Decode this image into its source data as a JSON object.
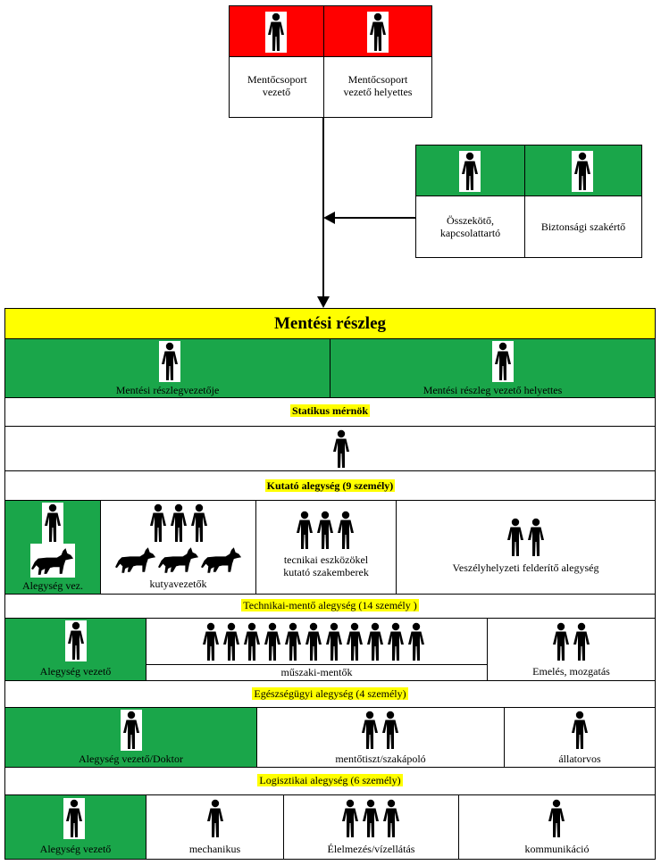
{
  "top_group": {
    "leader": "Mentőcsoport vezető",
    "deputy": "Mentőcsoport vezető helyettes"
  },
  "side_group": {
    "liaison": "Összekötő, kapcsolattartó",
    "safety": "Biztonsági szakértő"
  },
  "section": {
    "title": "Mentési részleg",
    "leader": "Mentési részlegvezetője",
    "deputy": "Mentési részleg vezető helyettes"
  },
  "structural": {
    "title": "Statikus mérnök"
  },
  "search": {
    "title": "Kutató alegység (9 személy)",
    "leader": "Alegység vez.",
    "dog_handlers": "kutyavezetők",
    "tech_search": "tecnikai eszközökel kutató szakemberek",
    "hazmat": "Veszélyhelyzeti felderítő alegység"
  },
  "technical": {
    "title": "Technikai-mentő alegység (14  személy )",
    "leader": "Alegység vezető",
    "rescuers": "műszaki-mentők",
    "lifting": "Emelés, mozgatás"
  },
  "medical": {
    "title": "Egészségügyi alegység (4  személy)",
    "leader": "Alegység vezető/Doktor",
    "paramedic": "mentőtiszt/szakápoló",
    "vet": "állatorvos"
  },
  "logistics": {
    "title": "Logisztikai alegység (6 személy)",
    "leader": "Alegység vezető",
    "mechanic": "mechanikus",
    "food": "Élelmezés/vízellátás",
    "comms": "kommunikáció"
  }
}
